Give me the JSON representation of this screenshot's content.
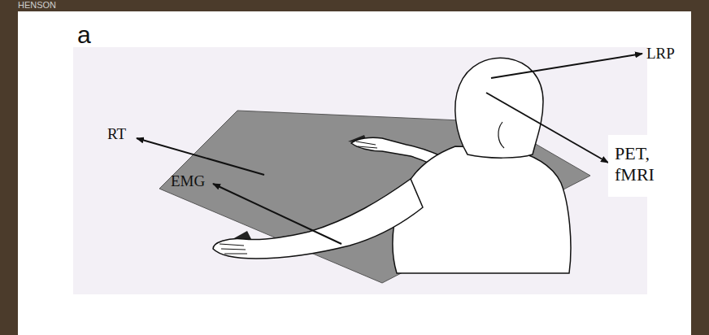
{
  "diagram": {
    "nodes": [
      {
        "text": [
          "PET, fMRI"
        ]
      }
    ],
    "labels": [
      "HENSON",
      "a",
      "RT",
      "LRP",
      "EMG"
    ]
  }
}
